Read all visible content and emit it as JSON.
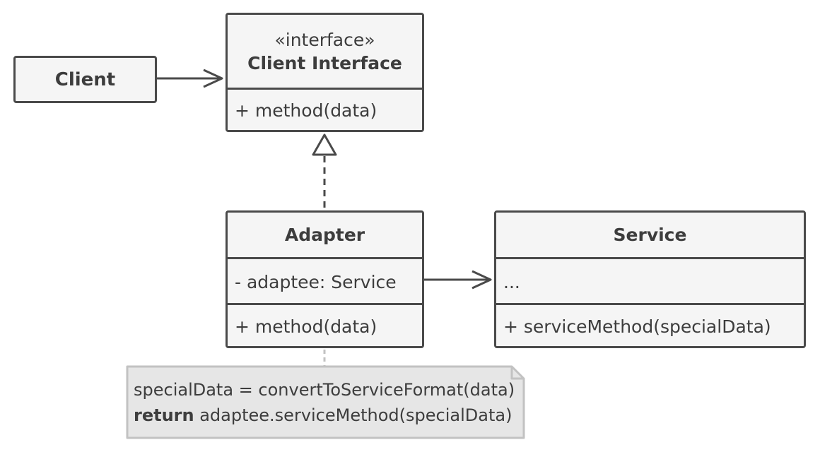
{
  "client": {
    "label": "Client"
  },
  "client_interface": {
    "stereotype": "«interface»",
    "title": "Client Interface",
    "method": "+ method(data)"
  },
  "adapter": {
    "title": "Adapter",
    "field": "- adaptee: Service",
    "method": "+ method(data)"
  },
  "service": {
    "title": "Service",
    "field": "...",
    "method": "+ serviceMethod(specialData)"
  },
  "note": {
    "line1": "specialData = convertToServiceFormat(data)",
    "line2_keyword": "return",
    "line2_rest": " adaptee.serviceMethod(specialData)"
  },
  "colors": {
    "stroke": "#4a4a4a",
    "box_fill": "#f5f5f5",
    "note_fill": "#e6e6e6",
    "note_stroke": "#c2c2c2",
    "text": "#3d3d3d"
  }
}
